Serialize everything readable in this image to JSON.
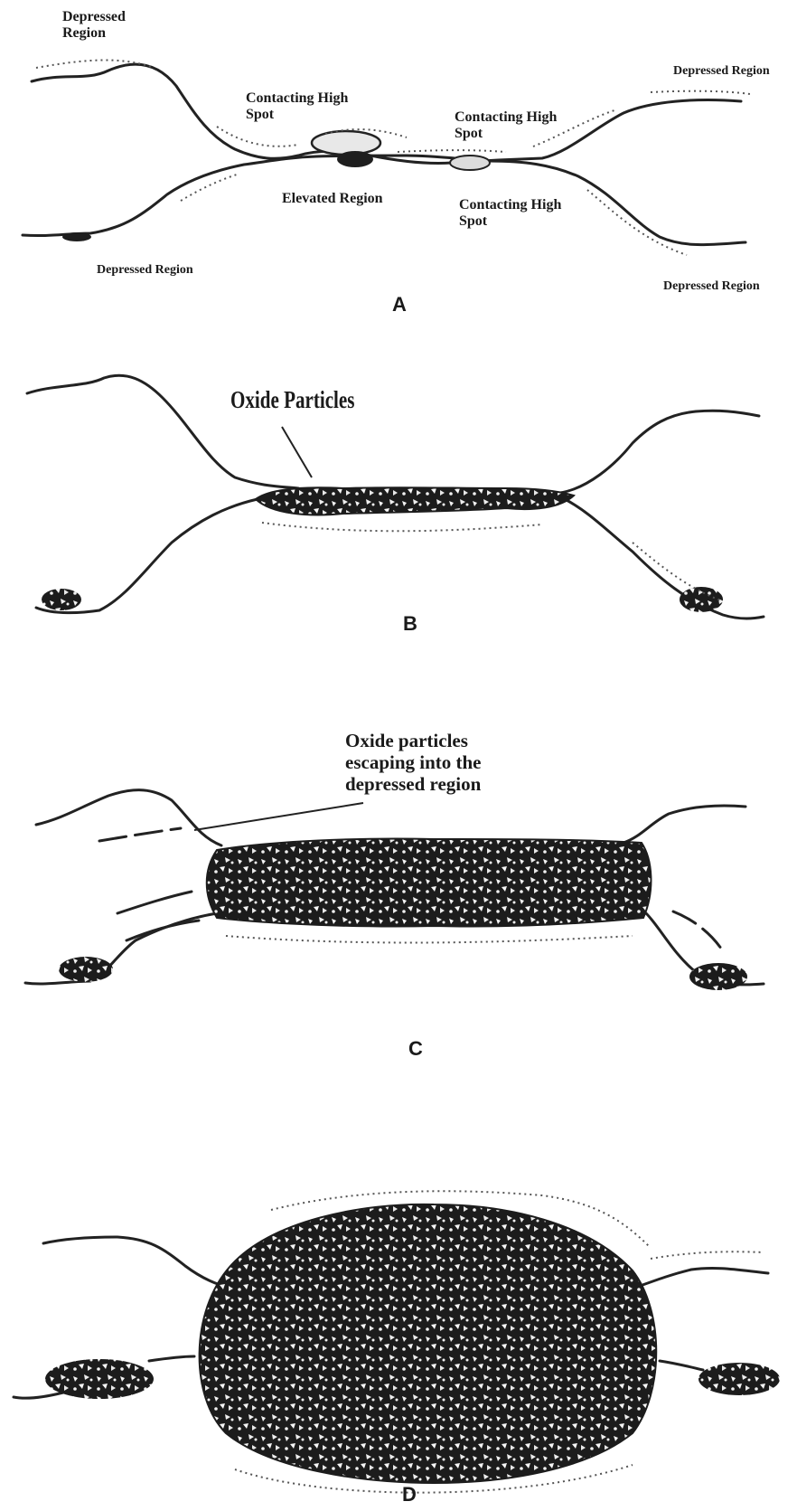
{
  "panels": {
    "a": {
      "letter": "A",
      "labels": {
        "depressed_top_left": "Depressed\nRegion",
        "depressed_top_right": "Depressed Region",
        "contacting_left": "Contacting High\nSpot",
        "contacting_right_top": "Contacting High\nSpot",
        "elevated": "Elevated Region",
        "contacting_right_bottom": "Contacting High\nSpot",
        "depressed_bottom_left": "Depressed Region",
        "depressed_bottom_right": "Depressed Region"
      }
    },
    "b": {
      "letter": "B",
      "labels": {
        "oxide": "Oxide Particles"
      }
    },
    "c": {
      "letter": "C",
      "labels": {
        "escaping": "Oxide particles\nescaping into the\ndepressed region"
      }
    },
    "d": {
      "letter": "D"
    }
  }
}
